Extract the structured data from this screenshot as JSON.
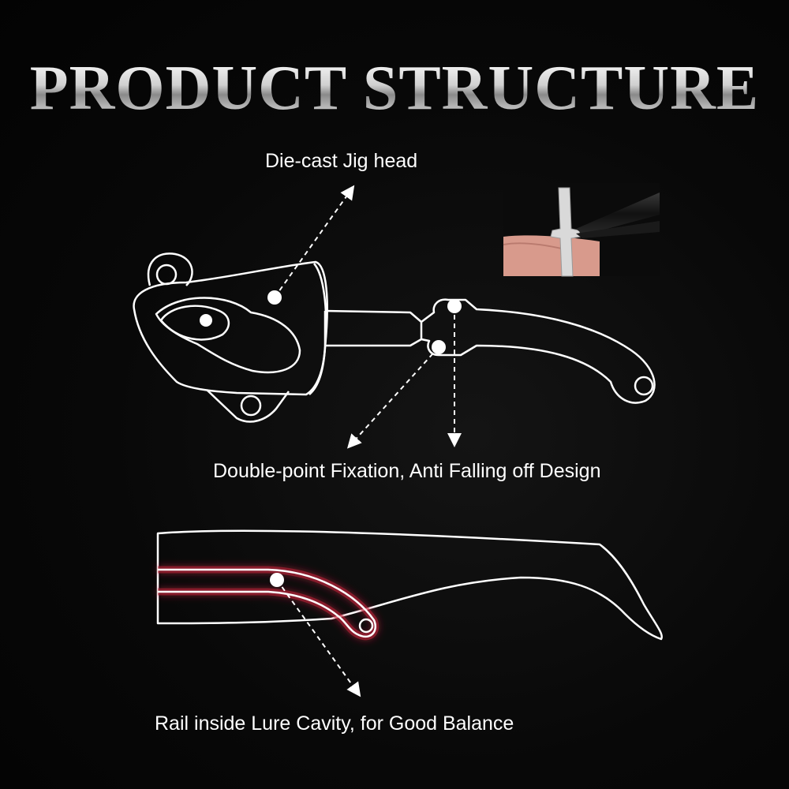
{
  "title": "PRODUCT STRUCTURE",
  "callouts": {
    "jig_head": "Die-cast Jig head",
    "fixation": "Double-point Fixation, Anti Falling off Design",
    "rail": "Rail inside Lure Cavity, for Good Balance"
  },
  "colors": {
    "background": "#050505",
    "line": "#ffffff",
    "rail_glow": "#c0203a"
  }
}
